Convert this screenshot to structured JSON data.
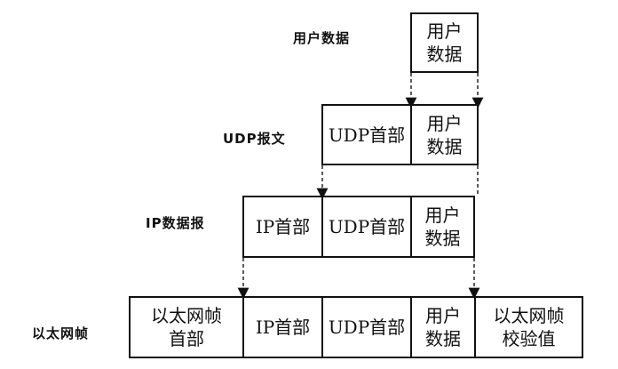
{
  "diagram": {
    "levels": [
      {
        "label": "用户数据",
        "cells": [
          "用户\n数据"
        ]
      },
      {
        "label": "UDP报文",
        "cells": [
          "UDP首部",
          "用户\n数据"
        ]
      },
      {
        "label": "IP数据报",
        "cells": [
          "IP首部",
          "UDP首部",
          "用户\n数据"
        ]
      },
      {
        "label": "以太网帧",
        "cells": [
          "以太网帧\n首部",
          "IP首部",
          "UDP首部",
          "用户\n数据",
          "以太网帧\n校验值"
        ]
      }
    ]
  }
}
